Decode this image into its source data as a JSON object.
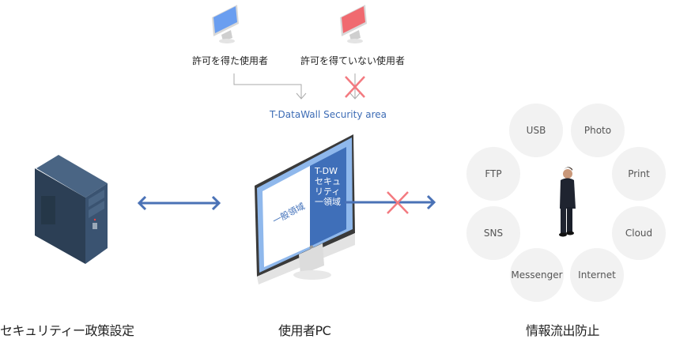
{
  "top": {
    "authorized_user": "許可を得た使用者",
    "unauthorized_user": "許可を得ていない使用者",
    "security_area": "T-DataWall Security area"
  },
  "pc_screen": {
    "general_area": "一般領域",
    "secure_area_lines": [
      "T-DW",
      "セキュ",
      "リティ",
      "一領域"
    ]
  },
  "channels": [
    "USB",
    "Photo",
    "FTP",
    "Print",
    "SNS",
    "Cloud",
    "Messenger",
    "Internet"
  ],
  "captions": {
    "left": "セキュリティー政策設定",
    "center": "使用者PC",
    "right": "情報流出防止"
  },
  "colors": {
    "arrow": "#4a72b6",
    "block": "#f37a80",
    "bubble": "#f2f2f2",
    "area_text": "#3d6cb5"
  }
}
